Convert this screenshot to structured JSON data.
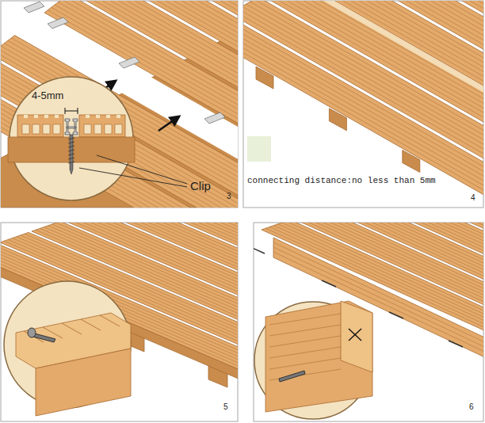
{
  "diagram": {
    "labels": [
      "4-5mm",
      "Clip",
      "3",
      "connecting distance:no less than 5mm",
      "4",
      "5",
      "6"
    ]
  }
}
